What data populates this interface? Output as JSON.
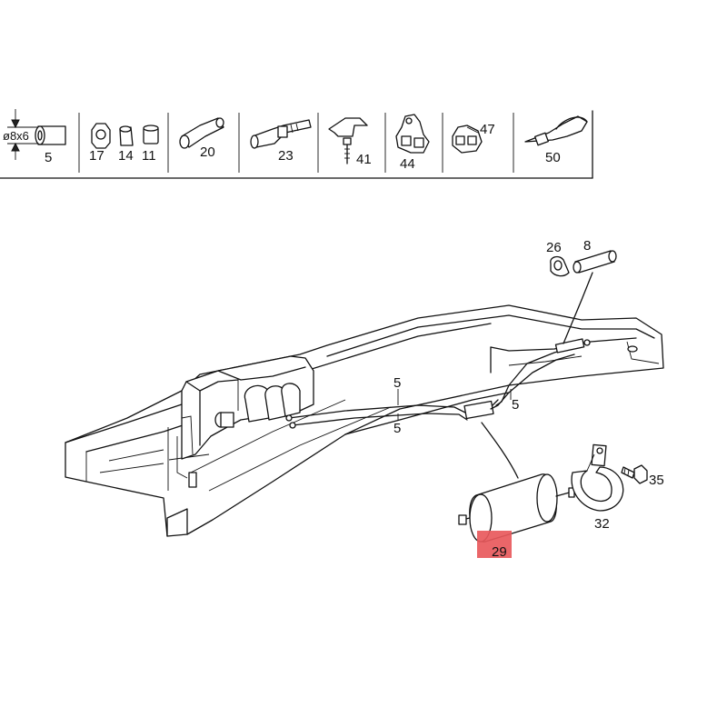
{
  "legend": {
    "dimension_label": "ø8x6",
    "items": [
      {
        "id": "5"
      },
      {
        "id": "17"
      },
      {
        "id": "14"
      },
      {
        "id": "11"
      },
      {
        "id": "20"
      },
      {
        "id": "23"
      },
      {
        "id": "41"
      },
      {
        "id": "44"
      },
      {
        "id": "47"
      },
      {
        "id": "50"
      }
    ]
  },
  "callouts": {
    "clamp": "26",
    "sleeve": "8",
    "line_upper": "5",
    "line_lower": "5",
    "line_right": "5",
    "fuel_filter": "29",
    "bracket": "32",
    "bolt": "35"
  },
  "highlight": {
    "target": "fuel_filter",
    "color": "#e8595c"
  },
  "colors": {
    "line": "#111111",
    "background": "#ffffff"
  }
}
